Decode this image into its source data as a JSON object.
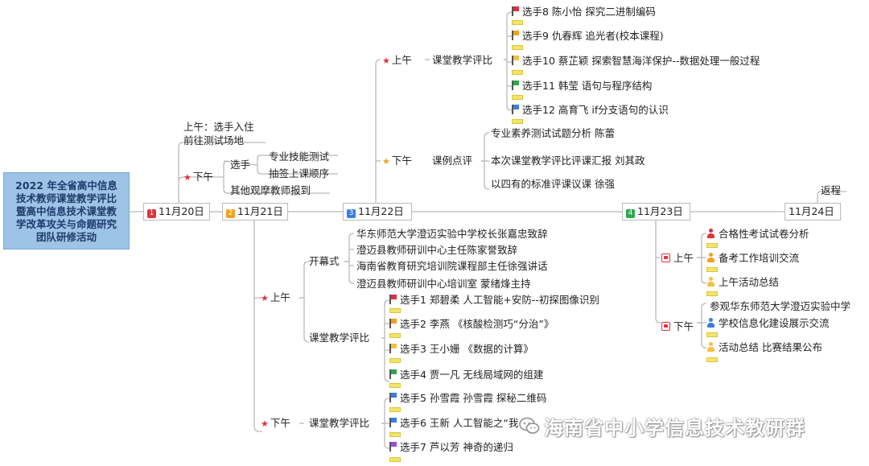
{
  "root": {
    "title_lines": [
      "2022 年全省高中信息",
      "技术教师课堂教学评比",
      "暨高中信息技术课堂教",
      "学改革攻关与命题研究",
      "团队研修活动"
    ]
  },
  "colors": {
    "root_fill": "#9dc3e6",
    "line": "#b9b9b9",
    "star_red": "#e0313b",
    "star_orange": "#f0a020",
    "badge1": "#e0313b",
    "badge2": "#f0a020",
    "badge3": "#3b7de0",
    "badge4": "#2aa84a"
  },
  "day1": {
    "label": "11月20日",
    "badge": "1",
    "am_text": "上午：选手入住",
    "am_text2": "前往测试场地",
    "pm_label": "下午",
    "pm_sub_label": "选手",
    "pm_sub_items": [
      "专业技能测试",
      "抽签上课顺序"
    ],
    "pm_item": "其他观摩教师报到"
  },
  "day2": {
    "label": "11月21日",
    "badge": "2",
    "am_label": "上午",
    "opening_label": "开幕式",
    "opening_items": [
      "华东师范大学澄迈实验中学校长张嘉忠致辞",
      "澄迈县教师研训中心主任陈家誉致辞",
      "海南省教育研究培训院课程部主任徐强讲话",
      "澄迈县教师研训中心培训室 蒙绪烽主持"
    ],
    "am_eval_label": "课堂教学评比",
    "am_contestants": [
      "选手1 郑碧柔 人工智能+安防--初探图像识别",
      "选手2 李燕 《核酸检测巧“分治”》",
      "选手3 王小姗 《数据的计算》",
      "选手4 贾一凡 无线局域网的组建"
    ],
    "pm_label": "下午",
    "pm_eval_label": "课堂教学评比",
    "pm_contestants": [
      "选手5 孙雪霞 孙雪霞 探秘二维码",
      "选手6 王新 人工智能之“我",
      "选手7 芦以芳 神奇的递归"
    ]
  },
  "day3": {
    "label": "11月22日",
    "badge": "3",
    "am_label": "上午",
    "am_eval_label": "课堂教学评比",
    "am_contestants": [
      "选手8 陈小怡 探究二进制编码",
      "选手9 仇春辉 追光者(校本课程)",
      "选手10 蔡芷颖 探索智慧海洋保护--数据处理一般过程",
      "选手11 韩莹 语句与程序结构",
      "选手12 高育飞 if分支语句的认识"
    ],
    "pm_label": "下午",
    "pm_review_label": "课例点评",
    "pm_items": [
      "专业素养测试试题分析 陈蕾",
      "本次课堂教学评比评课汇报 刘其政",
      "以四有的标准评课议课 徐强"
    ]
  },
  "day4": {
    "label": "11月23日",
    "badge": "4",
    "am_label": "上午",
    "am_items": [
      "合格性考试试卷分析",
      "备考工作培训交流",
      "上午活动总结"
    ],
    "pm_label": "下午",
    "pm_items": [
      "参观华东师范大学澄迈实验中学",
      "学校信息化建设展示交流",
      "活动总结 比赛结果公布"
    ]
  },
  "day5": {
    "label": "11月24日",
    "item": "返程"
  },
  "watermark": "海南省中小学信息技术教研群",
  "flag_colors": [
    "#e0313b",
    "#f0a020",
    "#f5c040",
    "#2aa84a",
    "#3b7de0",
    "#3b7de0",
    "#3b7de0",
    "#9b4fd0",
    "#e0313b",
    "#f0a020",
    "#f5c040",
    "#2aa84a",
    "#3b7de0"
  ],
  "icons": [
    "star-icon",
    "heart-icon",
    "flag-icon",
    "person-icon",
    "wechat-icon"
  ]
}
